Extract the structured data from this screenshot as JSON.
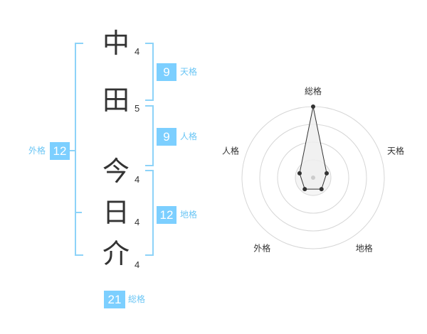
{
  "name": {
    "chars": [
      "中",
      "田",
      "今",
      "日",
      "介"
    ],
    "strokes": [
      "4",
      "5",
      "4",
      "4",
      "4"
    ]
  },
  "kaku": {
    "tenkaku": {
      "value": "9",
      "label": "天格"
    },
    "jinkaku": {
      "value": "9",
      "label": "人格"
    },
    "chikaku": {
      "value": "12",
      "label": "地格"
    },
    "gaikaku": {
      "value": "12",
      "label": "外格"
    },
    "soukaku": {
      "value": "21",
      "label": "総格"
    }
  },
  "colors": {
    "badge": "#7ccfff",
    "bracket": "#8dd3f8",
    "label": "#6bc6f5",
    "radar_fill": "#eeeeee",
    "radar_line": "#333333"
  },
  "chart_data": {
    "type": "radar",
    "categories": [
      "総格",
      "天格",
      "地格",
      "外格",
      "人格"
    ],
    "values": [
      5,
      1,
      1,
      1,
      1
    ],
    "rings": 4,
    "range": [
      0,
      5
    ]
  }
}
